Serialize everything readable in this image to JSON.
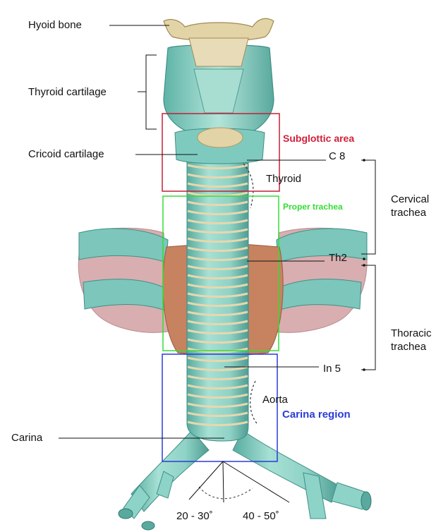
{
  "labels": {
    "hyoid_bone": "Hyoid bone",
    "thyroid_cartilage": "Thyroid cartilage",
    "cricoid_cartilage": "Cricoid cartilage",
    "thyroid": "Thyroid",
    "aorta": "Aorta",
    "carina": "Carina",
    "c8": "C 8",
    "th2": "Th2",
    "in5": "In 5",
    "cervical_trachea": "Cervical\ntrachea",
    "thoracic_trachea": "Thoracic\ntrachea",
    "angle_right": "20 - 30˚",
    "angle_left": "40 - 50˚"
  },
  "regions": {
    "subglottic": {
      "label": "Subglottic area",
      "color": "#d0203a"
    },
    "proper": {
      "label": "Proper trachea",
      "color": "#33dd33"
    },
    "carina": {
      "label": "Carina region",
      "color": "#2a3cd8"
    }
  },
  "colors": {
    "cartilage": "#8ed3c8",
    "cartilage_dark": "#4fa89e",
    "ring": "#e7d7ad",
    "bone": "#e2d4a6",
    "thyroid_gland": "#c7825f",
    "pleura": "#d9aeb0"
  }
}
